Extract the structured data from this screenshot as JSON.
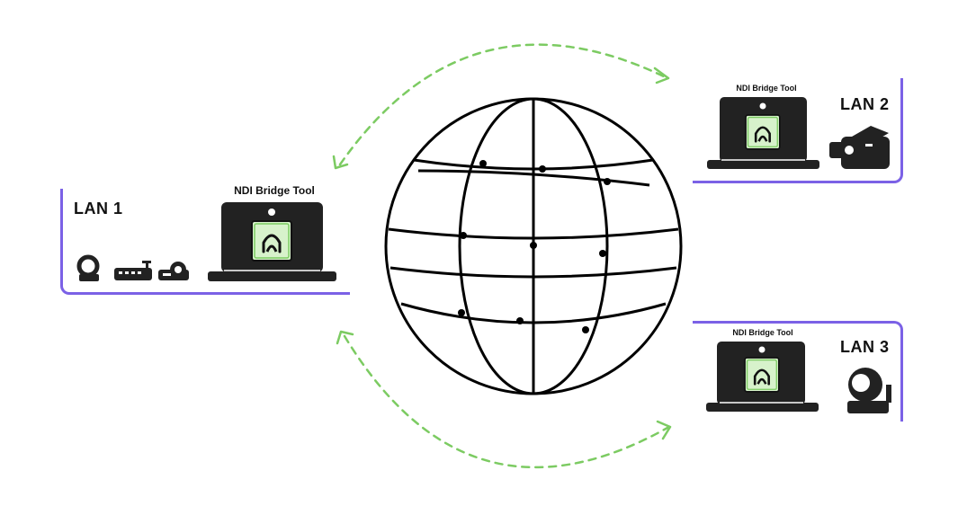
{
  "lan1": {
    "title": "LAN 1",
    "tool_label": "NDI Bridge Tool"
  },
  "lan2": {
    "title": "LAN 2",
    "tool_label": "NDI Bridge Tool"
  },
  "lan3": {
    "title": "LAN 3",
    "tool_label": "NDI Bridge Tool"
  },
  "colors": {
    "frame": "#7B61E6",
    "arrow": "#7CCB62",
    "device": "#222222",
    "screen_accent": "#D7F2CB"
  },
  "icons": {
    "globe": "globe-icon",
    "bridge_app": "ndi-bridge-app-icon",
    "lan1_devices": [
      "webcam-icon",
      "network-switch-icon",
      "projector-icon"
    ],
    "lan2_devices": [
      "video-camera-icon"
    ],
    "lan3_devices": [
      "ptz-camera-icon"
    ]
  }
}
